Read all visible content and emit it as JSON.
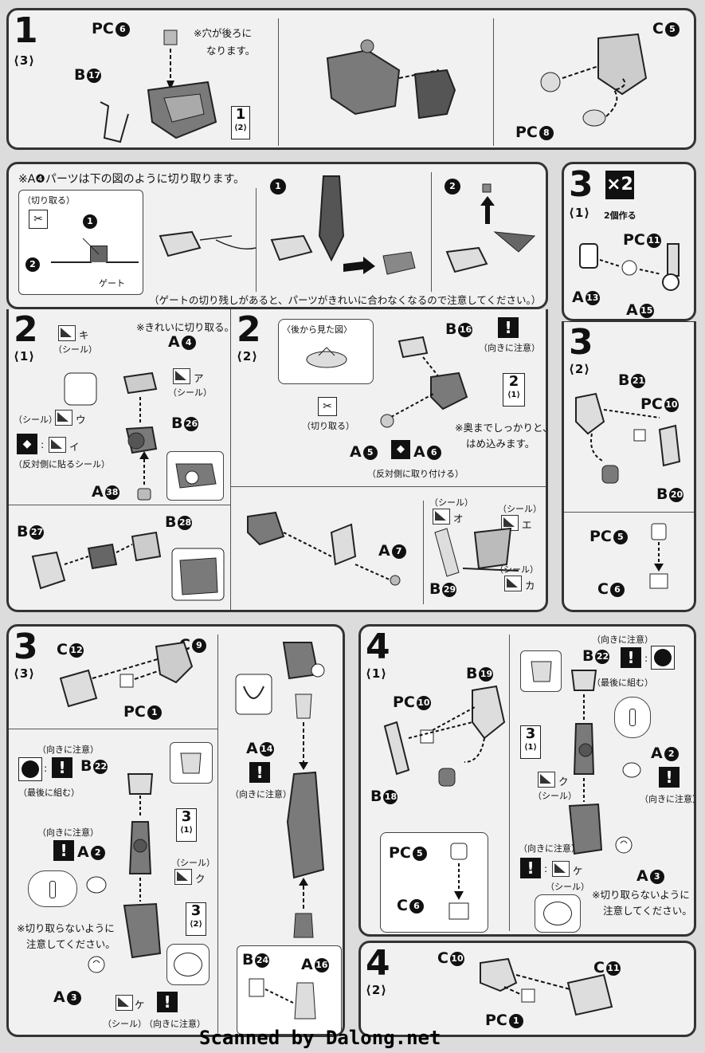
{
  "panel1": {
    "step": "1",
    "sub": "⟨3⟩",
    "pc6": "PC❻",
    "pc6_label": "PC",
    "pc6_num": "6",
    "note_hole": "※穴が後ろに",
    "note_hole2": "なります。",
    "b17": "B",
    "b17_num": "17",
    "ref_num": "1",
    "ref_sub": "⟨2⟩",
    "c5": "C",
    "c5_num": "5",
    "pc8": "PC",
    "pc8_num": "8"
  },
  "panel_cut": {
    "title": "※A❹パーツは下の図のように切り取ります。",
    "cut_label": "（切り取る）",
    "gate_label": "ゲート",
    "n1": "1",
    "n2": "2",
    "caution": "（ゲートの切り残しがあると、パーツがきれいに合わなくなるので注意してください。）"
  },
  "panel3_1": {
    "step": "3",
    "x2": "×2",
    "sub": "⟨1⟩",
    "make2": "2個作る",
    "pc11": "PC",
    "pc11_num": "11",
    "a13": "A",
    "a13_num": "13",
    "a15": "A",
    "a15_num": "15"
  },
  "panel2_1": {
    "step": "2",
    "sub": "⟨1⟩",
    "sticker_ki": "キ",
    "seal": "（シール）",
    "note_cut": "※きれいに切り取る。",
    "a4": "A",
    "a4_num": "4",
    "sticker_a": "ア",
    "sticker_u": "ウ",
    "seal2": "（シール）",
    "b26": "B",
    "b26_num": "26",
    "sticker_i": "イ",
    "opposite": "（反対側に貼るシール）",
    "a38": "A",
    "a38_num": "38",
    "b27": "B",
    "b27_num": "27",
    "b28": "B",
    "b28_num": "28"
  },
  "panel2_2": {
    "step": "2",
    "sub": "⟨2⟩",
    "back_view": "〈後から見た図〉",
    "b16": "B",
    "b16_num": "16",
    "orient": "（向きに注意）",
    "ref_num": "2",
    "ref_sub": "⟨1⟩",
    "cut": "（切り取る）",
    "note_deep": "※奥までしっかりと、",
    "note_deep2": "はめ込みます。",
    "a5": "A",
    "a5_num": "5",
    "a6": "A",
    "a6_num": "6",
    "opposite_attach": "（反対側に取り付ける）",
    "seal_o": "（シール）",
    "sticker_o": "オ",
    "seal_e": "（シール）",
    "sticker_e": "エ",
    "a7": "A",
    "a7_num": "7",
    "seal_ka": "（シール）",
    "sticker_ka": "カ",
    "b29": "B",
    "b29_num": "29"
  },
  "panel3_2": {
    "step": "3",
    "sub": "⟨2⟩",
    "b21": "B",
    "b21_num": "21",
    "pc10": "PC",
    "pc10_num": "10",
    "b20": "B",
    "b20_num": "20",
    "pc5": "PC",
    "pc5_num": "5",
    "c6": "C",
    "c6_num": "6"
  },
  "panel3_3": {
    "step": "3",
    "sub": "⟨3⟩",
    "c12": "C",
    "c12_num": "12",
    "c9": "C",
    "c9_num": "9",
    "pc1": "PC",
    "pc1_num": "1",
    "a14": "A",
    "a14_num": "14",
    "orient": "（向きに注意）",
    "orient2": "（向きに注意）",
    "last": "（最後に組む）",
    "b22": "B",
    "b22_num": "22",
    "orient3": "（向きに注意）",
    "a2": "A",
    "a2_num": "2",
    "ref1_num": "3",
    "ref1_sub": "⟨1⟩",
    "seal_ku": "（シール）",
    "sticker_ku": "ク",
    "note_nocut": "※切り取らないように",
    "note_nocut2": "注意してください。",
    "ref2_num": "3",
    "ref2_sub": "⟨2⟩",
    "a3": "A",
    "a3_num": "3",
    "sticker_ke": "ケ",
    "seal_ke": "（シール）",
    "orient4": "（向きに注意）",
    "b24": "B",
    "b24_num": "24",
    "a16": "A",
    "a16_num": "16"
  },
  "panel4_1": {
    "step": "4",
    "sub": "⟨1⟩",
    "b19": "B",
    "b19_num": "19",
    "pc10": "PC",
    "pc10_num": "10",
    "b18": "B",
    "b18_num": "18",
    "pc5": "PC",
    "pc5_num": "5",
    "c6": "C",
    "c6_num": "6",
    "orient": "（向きに注意）",
    "b22": "B",
    "b22_num": "22",
    "last": "（最後に組む）",
    "ref_num": "3",
    "ref_sub": "⟨1⟩",
    "a2": "A",
    "a2_num": "2",
    "orient2": "（向きに注意）",
    "sticker_ku": "ク",
    "seal_ku": "（シール）",
    "orient3": "（向きに注意）",
    "sticker_ke": "ケ",
    "seal_ke": "（シール）",
    "a3": "A",
    "a3_num": "3",
    "note_nocut": "※切り取らないように",
    "note_nocut2": "注意してください。"
  },
  "panel4_2": {
    "step": "4",
    "sub": "⟨2⟩",
    "c10": "C",
    "c10_num": "10",
    "c11": "C",
    "c11_num": "11",
    "pc1": "PC",
    "pc1_num": "1"
  },
  "footer": {
    "watermark": "Scanned by Dalong.net"
  },
  "colors": {
    "panel_bg": "#f1f1f1",
    "page_bg": "#dcdcdc",
    "ink": "#111111",
    "part_gray": "#7a7a7a"
  }
}
